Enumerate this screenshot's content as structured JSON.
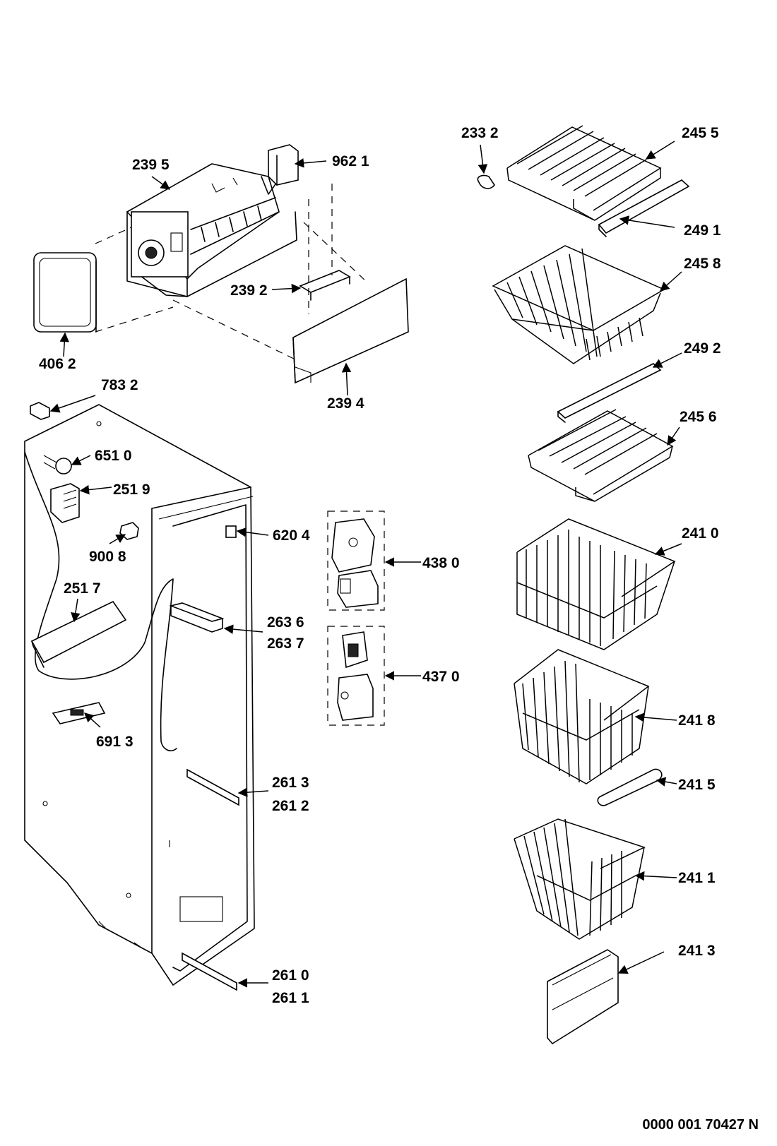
{
  "labels": {
    "p2332": "233 2",
    "p2455": "245 5",
    "p2395": "239 5",
    "p9621": "962 1",
    "p2491": "249 1",
    "p2458": "245 8",
    "p2392": "239 2",
    "p4062": "406 2",
    "p2394": "239 4",
    "p2492": "249 2",
    "p7832": "783 2",
    "p2456": "245 6",
    "p6510": "651 0",
    "p2519": "251 9",
    "p6204": "620 4",
    "p2410": "241 0",
    "p9008": "900 8",
    "p4380": "438 0",
    "p2517": "251 7",
    "p2636": "263 6",
    "p2637": "263 7",
    "p4370": "437 0",
    "p2418": "241 8",
    "p6913": "691 3",
    "p2613": "261 3",
    "p2612": "261 2",
    "p2415": "241 5",
    "p2411": "241 1",
    "p2413": "241 3",
    "p2610": "261 0",
    "p2611": "261 1"
  },
  "doc_number": "0000 001 70427 N"
}
